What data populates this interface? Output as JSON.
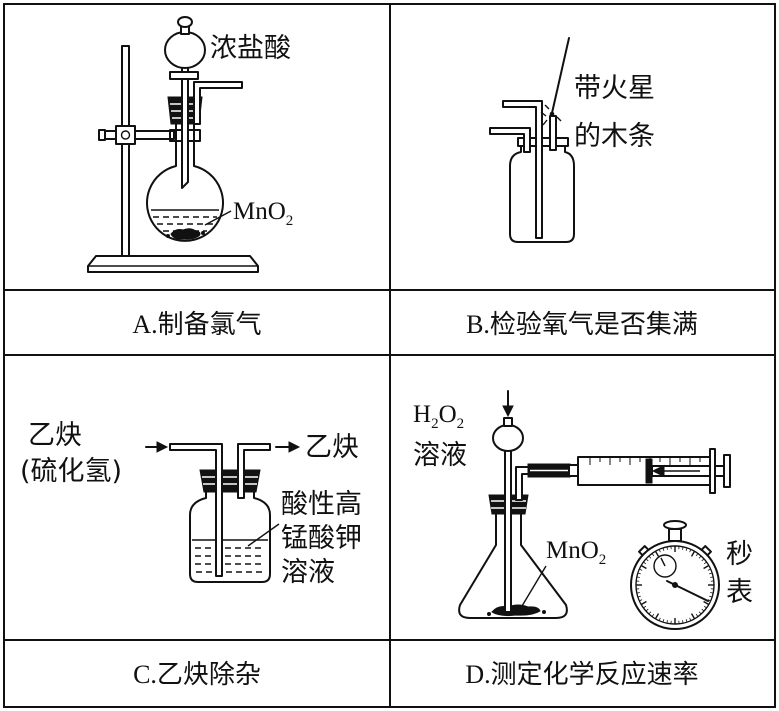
{
  "figure": {
    "panel_a": {
      "caption": "A.制备氯气",
      "funnel_label": "浓盐酸",
      "solid_label": {
        "base": "MnO",
        "sub": "2"
      }
    },
    "panel_b": {
      "caption": "B.检验氧气是否集满",
      "splint_label": [
        "带火星",
        "的木条"
      ]
    },
    "panel_c": {
      "caption": "C.乙炔除杂",
      "inlet_label": [
        "乙炔",
        "(硫化氢)"
      ],
      "outlet_label": "乙炔",
      "solution_label": [
        "酸性高",
        "锰酸钾",
        "溶液"
      ]
    },
    "panel_d": {
      "caption": "D.测定化学反应速率",
      "reagent_label": {
        "formula": [
          "H",
          "2",
          "O",
          "2"
        ],
        "line2": "溶液"
      },
      "solid_label": {
        "base": "MnO",
        "sub": "2"
      },
      "timer_label": [
        "秒",
        "表"
      ]
    }
  }
}
